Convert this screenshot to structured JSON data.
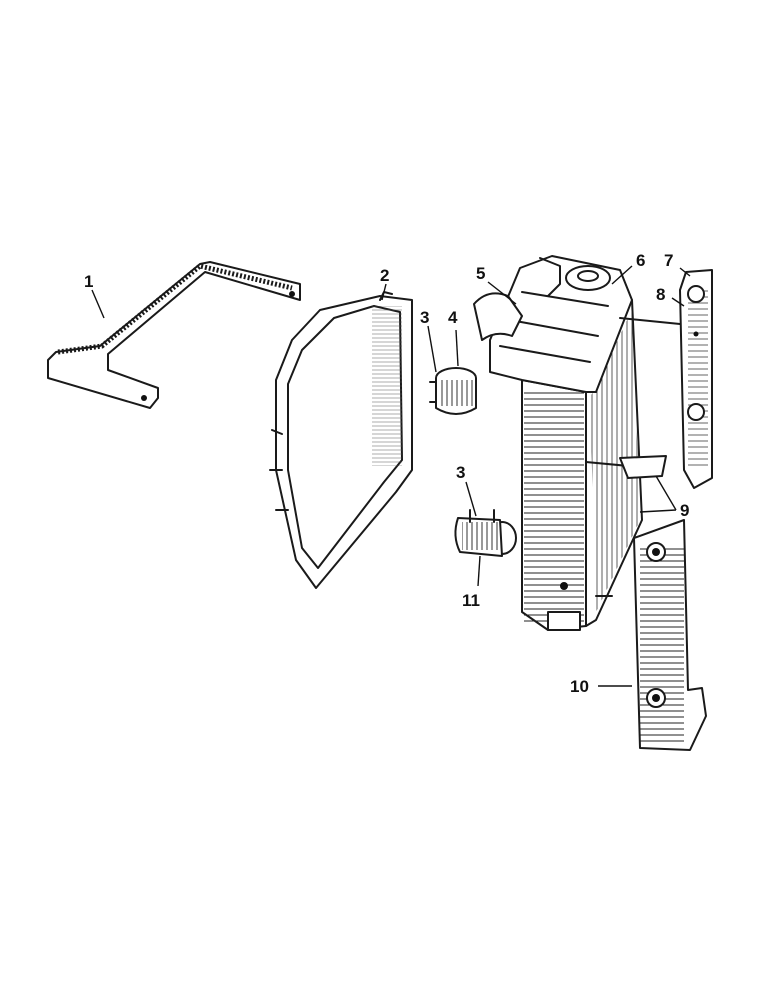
{
  "callouts": {
    "c1": "1",
    "c2": "2",
    "c3a": "3",
    "c3b": "3",
    "c4": "4",
    "c5": "5",
    "c6": "6",
    "c7": "7",
    "c8": "8",
    "c9": "9",
    "c10": "10",
    "c11": "11"
  },
  "colors": {
    "ink": "#1a1a1a",
    "paper": "#ffffff"
  }
}
